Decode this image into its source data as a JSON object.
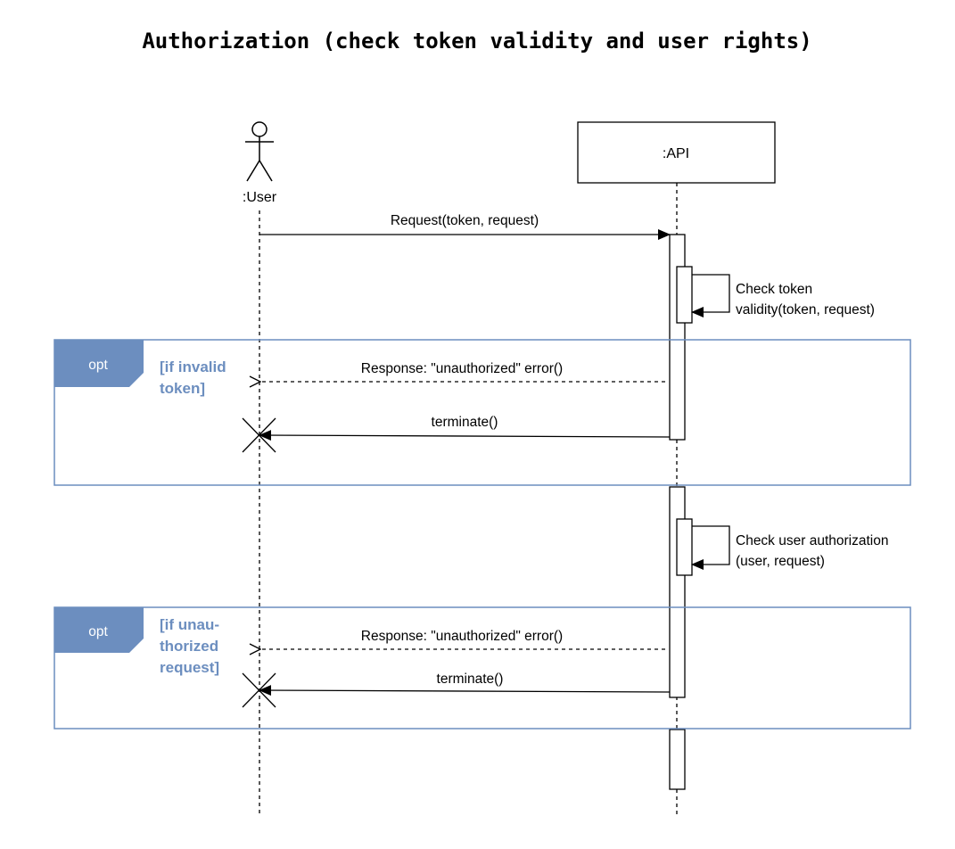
{
  "diagram": {
    "title": "Authorization (check token validity and user rights)",
    "participants": {
      "user": {
        "label": ":User",
        "kind": "actor"
      },
      "api": {
        "label": ":API",
        "kind": "object"
      }
    },
    "messages": {
      "request": "Request(token, request)",
      "check_token_line1": "Check token",
      "check_token_line2": "validity(token, request)",
      "response_invalid_token": "Response: \"unauthorized\" error()",
      "terminate_1": "terminate()",
      "check_user_line1": "Check user authorization",
      "check_user_line2": "(user, request)",
      "response_unauthorized": "Response: \"unauthorized\" error()",
      "terminate_2": "terminate()"
    },
    "fragments": {
      "opt_1": {
        "tag": "opt",
        "guard_line1": "[if invalid",
        "guard_line2": "token]"
      },
      "opt_2": {
        "tag": "opt",
        "guard_line1": "[if unau-",
        "guard_line2": "thorized",
        "guard_line3": "request]"
      }
    },
    "colors": {
      "fragment_border": "#6c8ebf",
      "fragment_tag_fill": "#6c8ebf",
      "guard_text": "#6c8ebf",
      "line": "#000000"
    }
  }
}
